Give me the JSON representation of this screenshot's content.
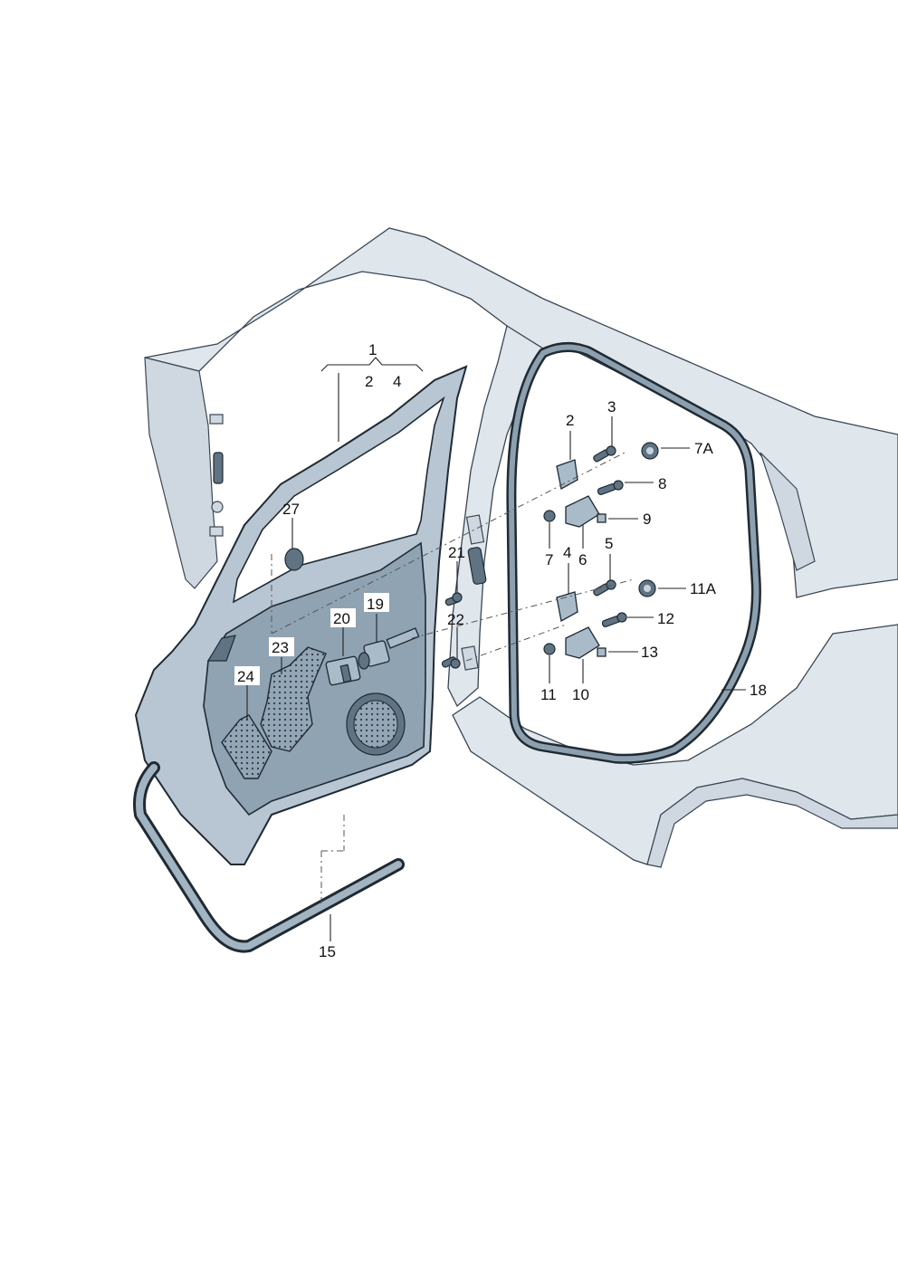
{
  "diagram": {
    "labels": [
      {
        "id": "l1",
        "text": "1"
      },
      {
        "id": "l1-2",
        "text": "2"
      },
      {
        "id": "l1-4",
        "text": "4"
      },
      {
        "id": "l2",
        "text": "2"
      },
      {
        "id": "l3",
        "text": "3"
      },
      {
        "id": "l7a",
        "text": "7A"
      },
      {
        "id": "l8",
        "text": "8"
      },
      {
        "id": "l9",
        "text": "9"
      },
      {
        "id": "l7",
        "text": "7"
      },
      {
        "id": "l6",
        "text": "6"
      },
      {
        "id": "l4",
        "text": "4"
      },
      {
        "id": "l5",
        "text": "5"
      },
      {
        "id": "l11a",
        "text": "11A"
      },
      {
        "id": "l12",
        "text": "12"
      },
      {
        "id": "l13",
        "text": "13"
      },
      {
        "id": "l11",
        "text": "11"
      },
      {
        "id": "l10",
        "text": "10"
      },
      {
        "id": "l18",
        "text": "18"
      },
      {
        "id": "l27",
        "text": "27"
      },
      {
        "id": "l21",
        "text": "21"
      },
      {
        "id": "l19",
        "text": "19"
      },
      {
        "id": "l20",
        "text": "20"
      },
      {
        "id": "l22",
        "text": "22"
      },
      {
        "id": "l23",
        "text": "23"
      },
      {
        "id": "l24",
        "text": "24"
      },
      {
        "id": "l15",
        "text": "15"
      }
    ]
  }
}
